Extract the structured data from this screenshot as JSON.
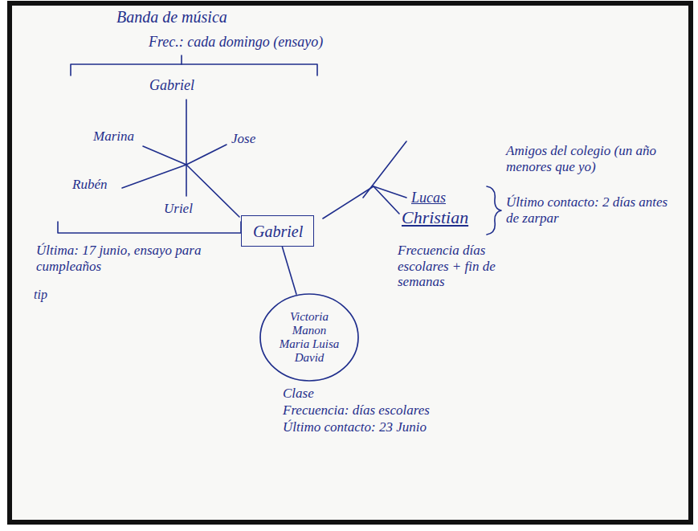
{
  "diagram": {
    "nodes": [
      {
        "text": [
          "Gabriel"
        ]
      },
      {
        "text": [
          "Victoria",
          "Manon",
          "Maria Luisa",
          "David"
        ]
      }
    ],
    "edges": [
      {
        "from": 0,
        "to": 1,
        "arrow": "none"
      }
    ],
    "labels": [
      "Banda de música",
      "Frec.: cada domingo (ensayo)",
      "Gabriel",
      "Marina",
      "Jose",
      "Rubén",
      "Uriel",
      "Lucas",
      "Christian",
      "Amigos del colegio (un año menores que yo)",
      "Último contacto: 2 días antes de zarpar",
      "Frecuencia días escolares + fin de semanas",
      "Última: 17 junio, ensayo para cumpleaños",
      "tip",
      "Clase",
      "Frecuencia: días escolares",
      "Último contacto: 23 Junio"
    ]
  }
}
